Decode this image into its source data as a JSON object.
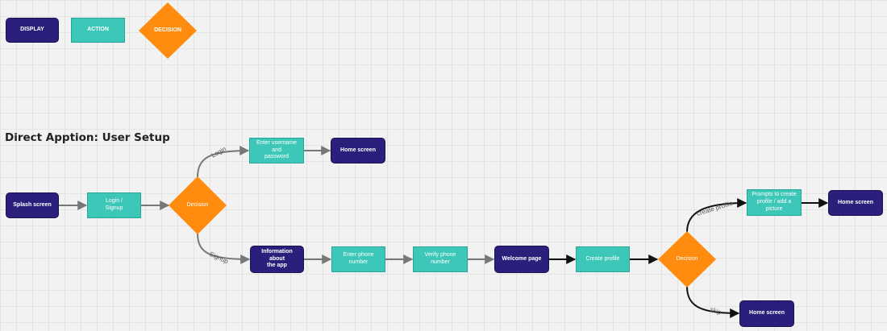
{
  "title": "Direct Apption: User Setup",
  "colors": {
    "display": "#2a1f7a",
    "action": "#3dc7b8",
    "decision": "#ff8c0f",
    "edge_gray": "#777777",
    "edge_dark": "#111111"
  },
  "legend": {
    "display": "DISPLAY",
    "action": "ACTION",
    "decision": "DECISION"
  },
  "nodes": {
    "splash": "Splash screen",
    "login_signup": "Login /\nSignup",
    "decision_1": "Decision",
    "enter_credentials": "Enter username and\npassword",
    "home_1": "Home screen",
    "info_app": "Information about\nthe app",
    "enter_phone": "Enter phone number",
    "verify_phone": "Verify phone number",
    "welcome": "Welcome page",
    "create_profile": "Create profile",
    "decision_2": "Decision",
    "prompts": "Prompts to create\nprofile / add a picture",
    "home_2": "Home screen",
    "home_3": "Home screen"
  },
  "edges": {
    "login": "Login",
    "signup": "Signup",
    "create_profile": "create profile",
    "skip": "skip"
  }
}
